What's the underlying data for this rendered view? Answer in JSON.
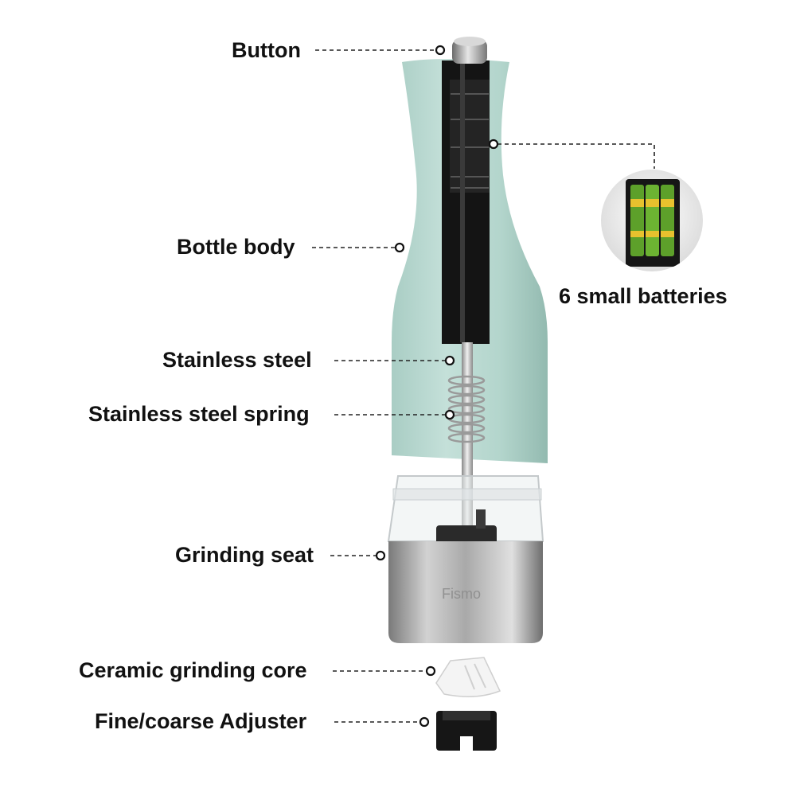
{
  "labels": {
    "button": "Button",
    "bottle_body": "Bottle body",
    "stainless_steel": "Stainless steel",
    "spring": "Stainless steel spring",
    "grinding_seat": "Grinding seat",
    "ceramic_core": "Ceramic grinding core",
    "adjuster": "Fine/coarse Adjuster",
    "batteries": "6 small batteries"
  },
  "brand": "Fismo",
  "colors": {
    "body": "#b5d6ce",
    "tube": "#141414",
    "steel": "#a8a8a8",
    "battery": "#5da02a",
    "text": "#111111",
    "leader": "#222222"
  }
}
